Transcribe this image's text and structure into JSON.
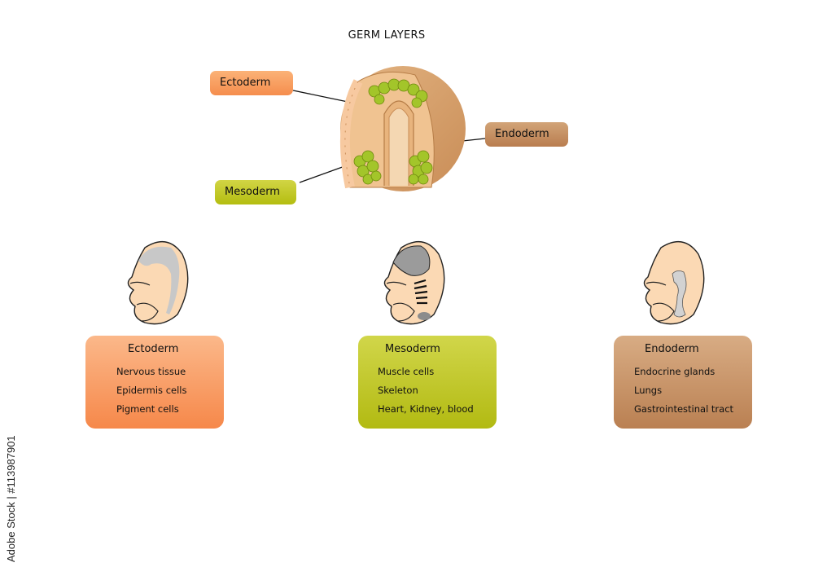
{
  "title": "GERM LAYERS",
  "labels": {
    "ectoderm": "Ectoderm",
    "mesoderm": "Mesoderm",
    "endoderm": "Endoderm"
  },
  "boxes": [
    {
      "title": "Ectoderm",
      "items": [
        "Nervous tissue",
        "Epidermis cells",
        "Pigment cells"
      ]
    },
    {
      "title": "Mesoderm",
      "items": [
        "Muscle cells",
        "Skeleton",
        "Heart, Kidney, blood"
      ]
    },
    {
      "title": "Endoderm",
      "items": [
        "Endocrine glands",
        "Lungs",
        "Gastrointestinal tract"
      ]
    }
  ],
  "watermark_id": "Adobe Stock | #113987901",
  "colors": {
    "ectoderm": "#f6884a",
    "mesoderm": "#b4bd10",
    "endoderm": "#b97d4f",
    "embryo_skin": "#fbd9b4",
    "cells_green": "#a3c52a"
  }
}
